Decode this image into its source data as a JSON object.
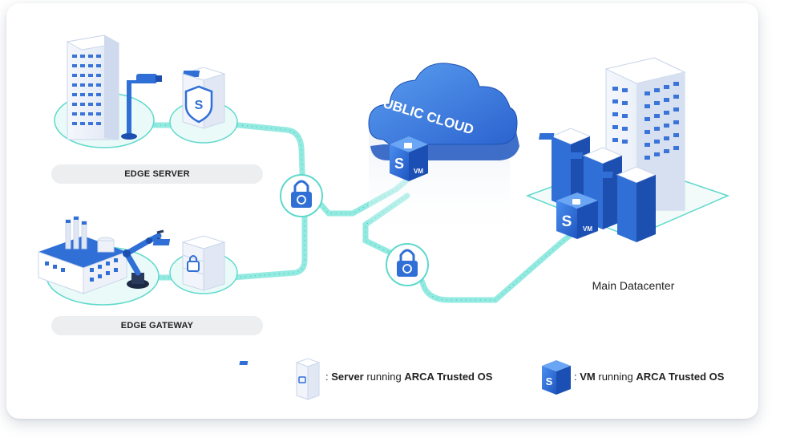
{
  "labels": {
    "edge_server": "EDGE SERVER",
    "edge_gateway": "EDGE GATEWAY",
    "public_cloud": "PUBLIC CLOUD",
    "main_datacenter": "Main Datacenter",
    "vm_badge": "VM"
  },
  "legend": {
    "server": {
      "separator": ":",
      "subject": "Server",
      "verb": "running",
      "os": "ARCA Trusted OS"
    },
    "vm": {
      "separator": ":",
      "subject": "VM",
      "verb": "running",
      "os": "ARCA Trusted OS"
    }
  },
  "colors": {
    "primary_blue": "#2f6fd6",
    "dark_blue": "#1d4fb0",
    "connector_teal": "#7fe6dc",
    "ring_teal": "#5fd9cc",
    "label_bg": "#eceeef"
  },
  "icons": [
    "building-icon",
    "security-camera-icon",
    "shield-server-icon",
    "factory-icon",
    "robot-arm-icon",
    "lock-server-icon",
    "lock-icon",
    "cloud-icon",
    "vm-cube-icon",
    "server-rack-icon"
  ]
}
